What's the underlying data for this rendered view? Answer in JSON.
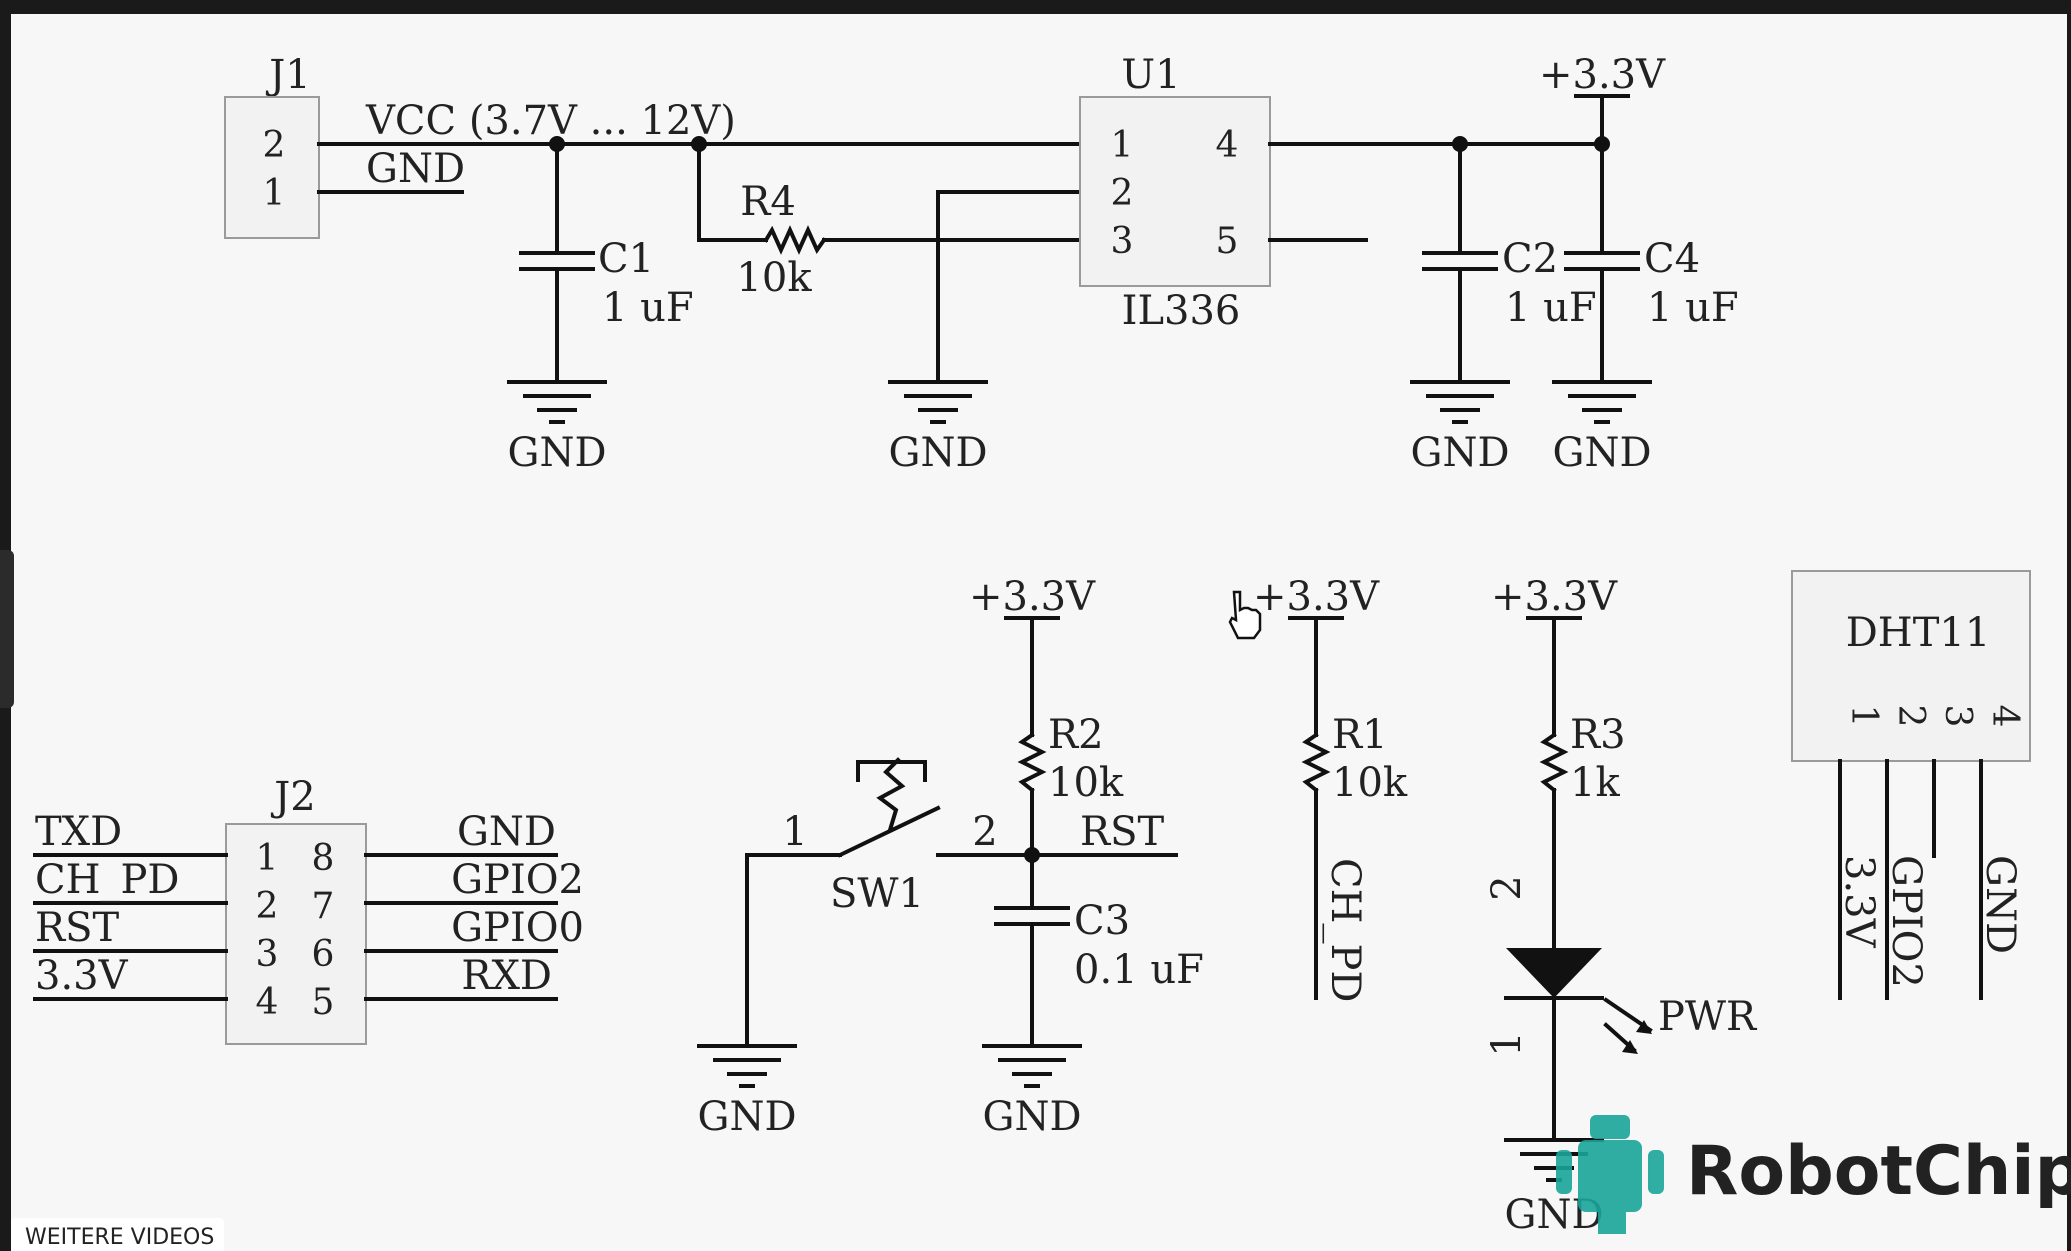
{
  "video_overlay": {
    "more_videos_label": "WEITERE VIDEOS"
  },
  "watermark": {
    "brand": "RobotChip",
    "color": "#1aa59a"
  },
  "colors": {
    "background": "#f7f7f7",
    "wire": "#111111",
    "component_box": "#f2f2f2",
    "frame": "#1a1a1a"
  },
  "components": {
    "j1": {
      "ref": "J1",
      "pins": [
        "2",
        "1"
      ],
      "net_vcc": "VCC (3.7V ... 12V)",
      "net_gnd": "GND"
    },
    "u1": {
      "ref": "U1",
      "part": "IL336",
      "pins_left": [
        "1",
        "2",
        "3"
      ],
      "pins_right": [
        "4",
        "5"
      ]
    },
    "r4": {
      "ref": "R4",
      "value": "10k"
    },
    "c1": {
      "ref": "C1",
      "value": "1 uF"
    },
    "c2": {
      "ref": "C2",
      "value": "1 uF"
    },
    "c4": {
      "ref": "C4",
      "value": "1 uF"
    },
    "j2": {
      "ref": "J2",
      "left_nets": [
        "TXD",
        "CH_PD",
        "RST",
        "3.3V"
      ],
      "left_pins": [
        "1",
        "2",
        "3",
        "4"
      ],
      "right_pins": [
        "8",
        "7",
        "6",
        "5"
      ],
      "right_nets": [
        "GND",
        "GPIO2",
        "GPIO0",
        "RXD"
      ]
    },
    "sw1": {
      "ref": "SW1",
      "pin1": "1",
      "pin2": "2",
      "net": "RST"
    },
    "r2": {
      "ref": "R2",
      "value": "10k"
    },
    "c3": {
      "ref": "C3",
      "value": "0.1 uF"
    },
    "r1": {
      "ref": "R1",
      "value": "10k",
      "net": "CH_PD"
    },
    "r3": {
      "ref": "R3",
      "value": "1k"
    },
    "led": {
      "ref": "PWR",
      "pin_anode": "2",
      "pin_cathode": "1"
    },
    "dht11": {
      "ref": "DHT11",
      "pins": [
        "1",
        "2",
        "3",
        "4"
      ],
      "nets": [
        "3.3V",
        "GPIO2",
        "GND"
      ]
    }
  },
  "power_labels": {
    "vcc": "+3.3V",
    "gnd": "GND"
  }
}
